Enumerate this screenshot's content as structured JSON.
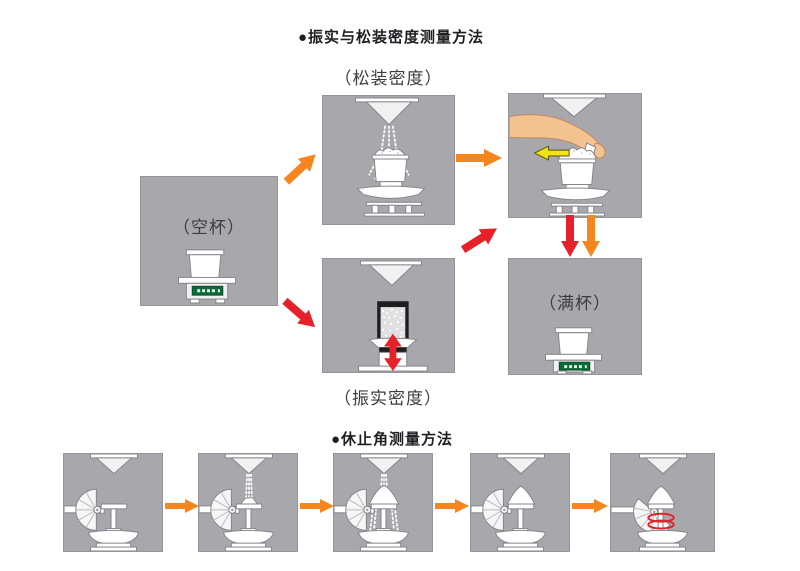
{
  "diagram": {
    "density_section": {
      "title": "●振实与松装密度测量方法",
      "loose_density_caption": "（松装密度）",
      "tapped_density_caption": "（振实密度）",
      "empty_cup_label": "（空杯）",
      "full_cup_label": "（满杯）"
    },
    "repose_section": {
      "title": "●休止角测量方法"
    }
  },
  "colors": {
    "panel_gray": "#a8a8ac",
    "panel_border": "#94949a",
    "outline": "#85858b",
    "orange": "#f5861f",
    "red": "#e62129",
    "yellow": "#f3e411",
    "skin": "#f3c291",
    "display_green": "#0d6b38",
    "label_text": "#3d3d3d",
    "title_text": "#1f1f23"
  }
}
